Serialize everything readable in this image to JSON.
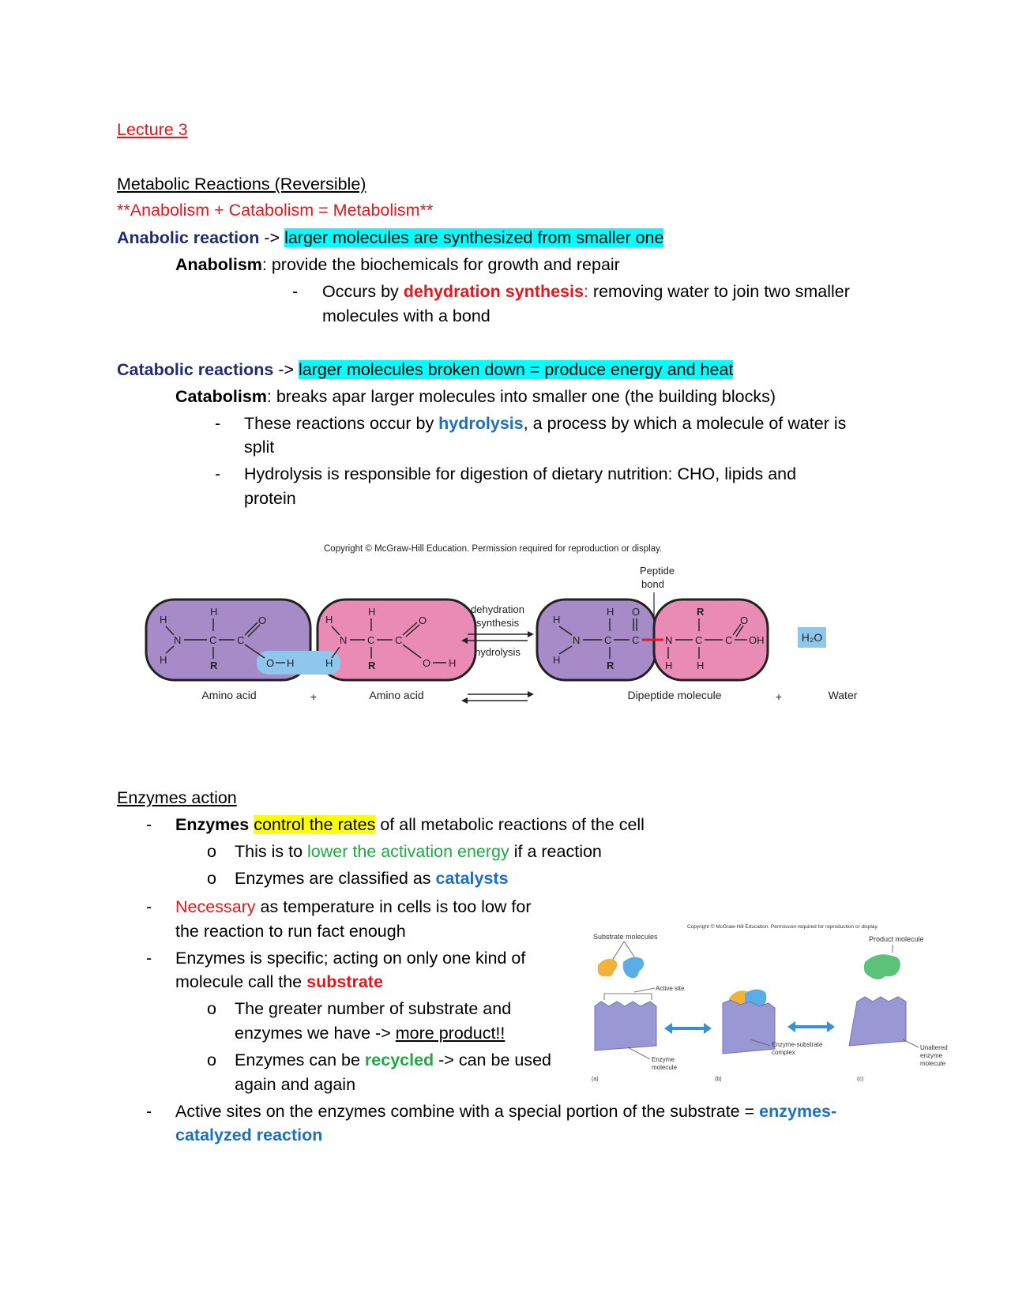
{
  "title": "Lecture 3",
  "section1": {
    "heading": "Metabolic Reactions (Reversible)",
    "formula": "**Anabolism + Catabolism = Metabolism**",
    "anabolic": {
      "term": "Anabolic reaction",
      "arrow": " -> ",
      "highlight": "larger molecules are synthesized from smaller one",
      "sub_term": "Anabolism",
      "sub_text": ": provide the biochemicals for growth and repair",
      "bullet_prefix": "Occurs by ",
      "bullet_term": "dehydration synthesis",
      "bullet_colon": ":",
      "bullet_rest_1": " removing water to join two smaller",
      "bullet_rest_2": "molecules with a bond"
    },
    "catabolic": {
      "term": "Catabolic reactions",
      "arrow": " -> ",
      "highlight": "larger molecules broken down = produce energy and heat",
      "sub_term": "Catabolism",
      "sub_text": ": breaks apar larger molecules into smaller one (the building blocks)",
      "bullet1_prefix": "These reactions occur by ",
      "bullet1_term": "hydrolysis",
      "bullet1_rest_1": ", a process by which a molecule of water is",
      "bullet1_rest_2": "split",
      "bullet2_line1": "Hydrolysis is responsible for digestion of dietary nutrition: CHO, lipids and",
      "bullet2_line2": "protein"
    }
  },
  "figure1": {
    "copyright": "Copyright © McGraw-Hill Education. Permission required for reproduction or display.",
    "peptide_label_1": "Peptide",
    "peptide_label_2": "bond",
    "arrow_top_1": "dehydration",
    "arrow_top_2": "synthesis",
    "arrow_bottom": "hydrolysis",
    "label_aa1": "Amino acid",
    "label_plus1": "+",
    "label_aa2": "Amino acid",
    "label_dipeptide": "Dipeptide molecule",
    "label_plus2": "+",
    "label_water": "Water",
    "water_formula": "H₂O",
    "atom_H": "H",
    "atom_N": "N",
    "atom_C": "C",
    "atom_O": "O",
    "atom_R": "R",
    "group_OH": "OH",
    "colors": {
      "purple": "#a78bc8",
      "pink": "#e98bb5",
      "water_box": "#8fc7ec",
      "bond_red": "#e11b22"
    }
  },
  "section2": {
    "heading": "Enzymes action",
    "b1_term": "Enzymes",
    "b1_highlight": "control the rates",
    "b1_rest": " of all metabolic reactions of the cell",
    "b1_sub1_prefix": "This is to ",
    "b1_sub1_green": "lower the activation energy",
    "b1_sub1_rest": " if a reaction",
    "b1_sub2_prefix": "Enzymes are classified as ",
    "b1_sub2_blue": "catalysts",
    "b2_red": "Necessary",
    "b2_rest_1": " as temperature in cells is too low for",
    "b2_rest_2": "the reaction to run fact enough",
    "b3_line1": "Enzymes is specific; acting on only one kind of",
    "b3_line2_prefix": "molecule call the ",
    "b3_line2_red": "substrate",
    "b3_sub1_line1": "The greater number of substrate and",
    "b3_sub1_line2_prefix": "enzymes we have -> ",
    "b3_sub1_line2_u": "more product!!",
    "b3_sub2_prefix": "Enzymes can be ",
    "b3_sub2_green": "recycled",
    "b3_sub2_rest": " -> can be used",
    "b3_sub2_line2": "again and again",
    "b4_line1_prefix": "Active sites on the enzymes combine with a special portion of the substrate = ",
    "b4_line1_blue": "enzymes-",
    "b4_line2_blue": "catalyzed reaction",
    "dash": "-",
    "bullet": "o"
  },
  "figure2": {
    "copyright": "Copyright © McGraw-Hill Education. Permission required for reproduction or display.",
    "substrate_molecules": "Substrate molecules",
    "active_site": "Active site",
    "enzyme_molecule_1": "Enzyme",
    "enzyme_molecule_2": "molecule",
    "complex_1": "Enzyme-substrate",
    "complex_2": "complex",
    "product_molecule": "Product molecule",
    "unaltered_1": "Unaltered",
    "unaltered_2": "enzyme",
    "unaltered_3": "molecule",
    "panel_a": "(a)",
    "panel_b": "(b)",
    "panel_c": "(c)"
  }
}
